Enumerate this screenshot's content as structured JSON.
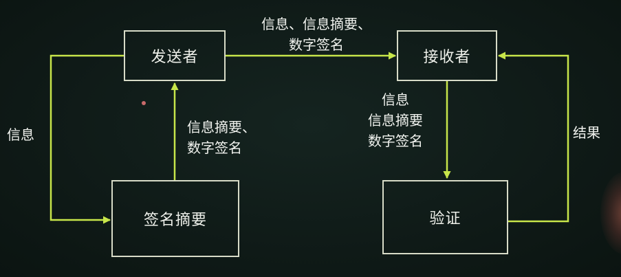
{
  "nodes": {
    "sender": "发送者",
    "receiver": "接收者",
    "sign_digest": "签名摘要",
    "verify": "验证"
  },
  "labels": {
    "sender_to_receiver": [
      "信息、信息摘要、",
      "数字签名"
    ],
    "sender_to_sign": "信息",
    "sign_to_sender": [
      "信息摘要、",
      "数字签名"
    ],
    "receiver_to_verify": [
      "信息",
      "信息摘要",
      "数字签名"
    ],
    "verify_to_receiver": "结果"
  },
  "colors": {
    "background": "#0f1a17",
    "box_border": "#d8dcc8",
    "arrow": "#c8e64a",
    "text": "#f0f2ee"
  }
}
